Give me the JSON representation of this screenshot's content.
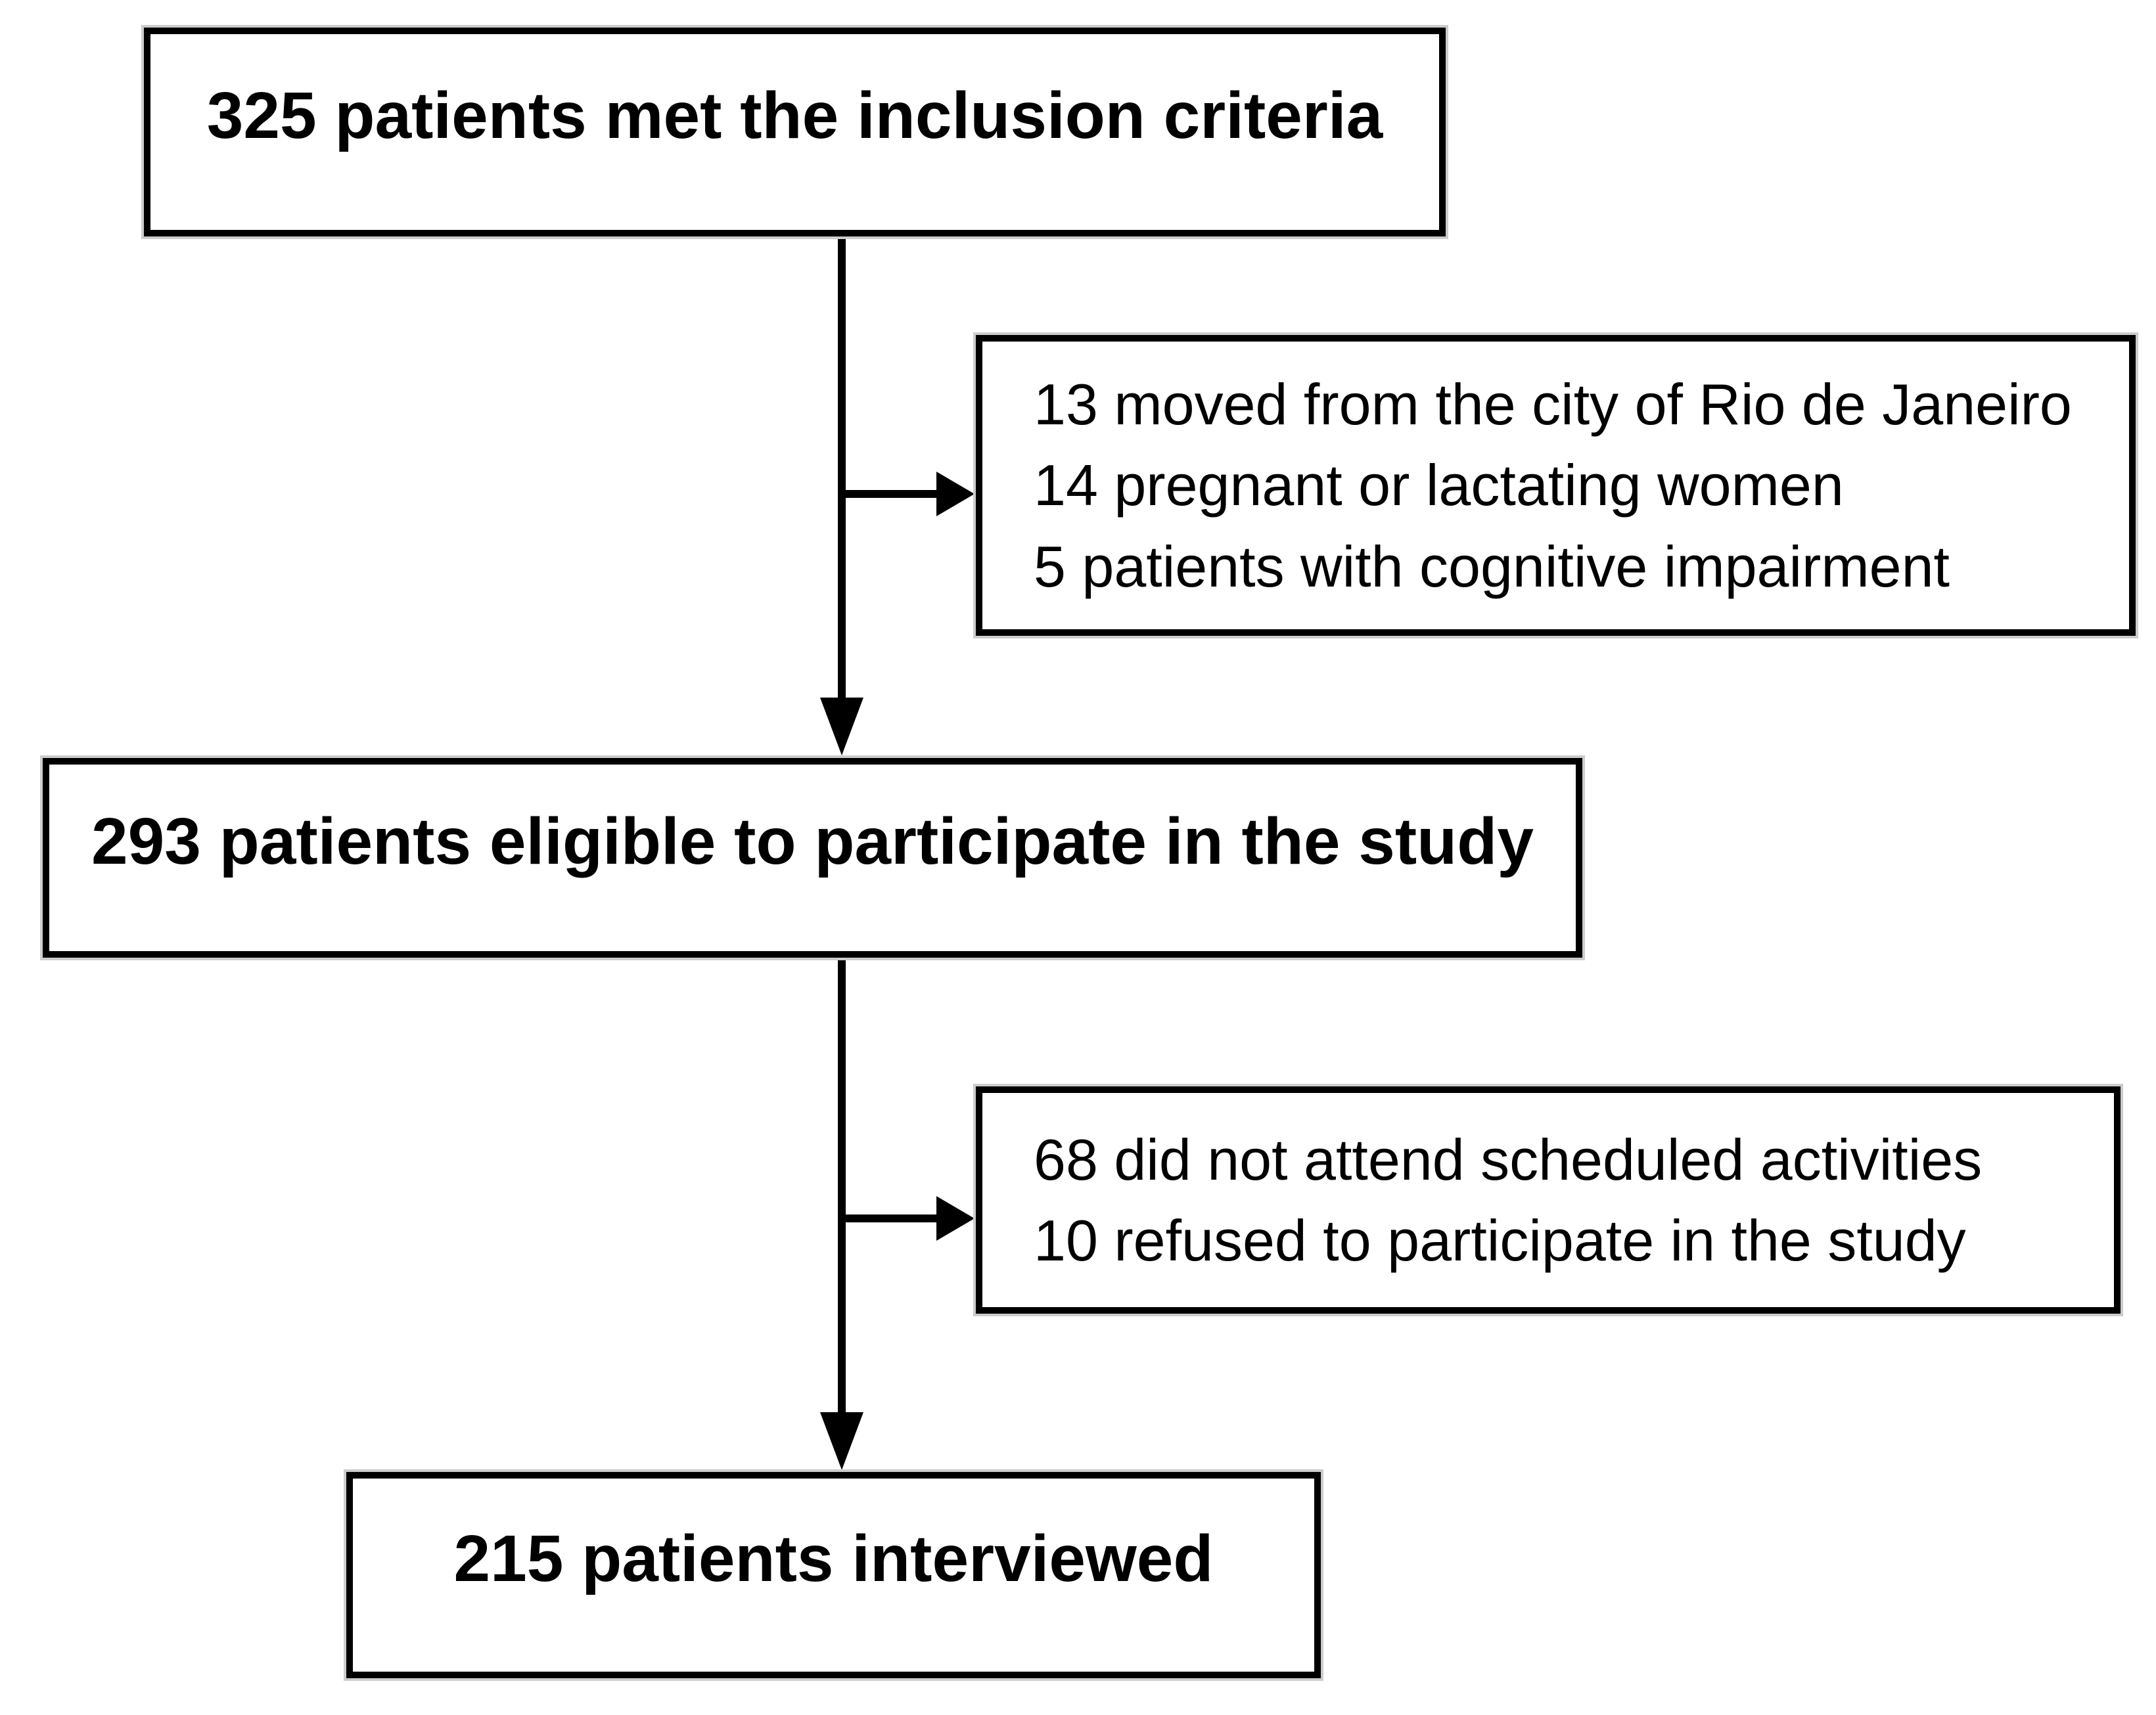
{
  "flowchart": {
    "main_boxes": [
      {
        "id": "inclusion",
        "label": "325 patients met the inclusion criteria"
      },
      {
        "id": "eligible",
        "label": "293 patients eligible to participate in the study"
      },
      {
        "id": "interviewed",
        "label": "215 patients interviewed"
      }
    ],
    "exclusion_boxes": [
      {
        "id": "exclusions-1",
        "lines": [
          "13 moved from the city of Rio de Janeiro",
          "14 pregnant or lactating women",
          "5 patients with cognitive impairment"
        ]
      },
      {
        "id": "exclusions-2",
        "lines": [
          "68 did not attend scheduled activities",
          "10 refused to participate in the study"
        ]
      }
    ],
    "colors": {
      "border": "#000000",
      "text": "#000000",
      "background": "#ffffff",
      "border_halo": "#cccccc"
    }
  }
}
